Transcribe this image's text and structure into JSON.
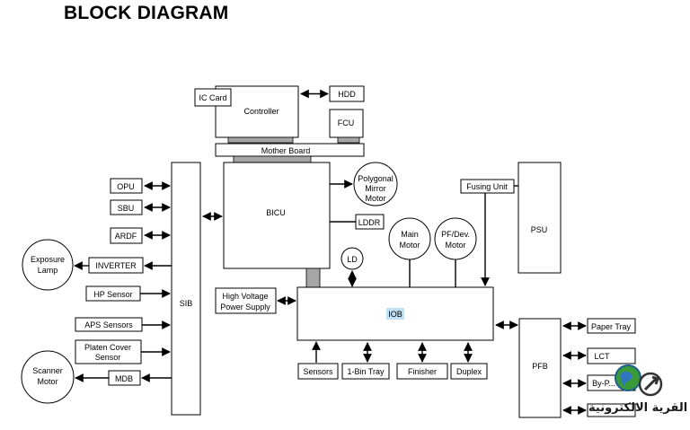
{
  "title": "BLOCK DIAGRAM",
  "blocks": {
    "ic_card": "IC Card",
    "controller": "Controller",
    "hdd": "HDD",
    "fcu": "FCU",
    "mother_board": "Mother Board",
    "bicu": "BICU",
    "polygonal_mirror_motor": [
      "Polygonal",
      "Mirror",
      "Motor"
    ],
    "lddr": "LDDR",
    "fusing_unit": "Fusing Unit",
    "psu": "PSU",
    "ld": "LD",
    "main_motor": [
      "Main",
      "Motor"
    ],
    "pf_dev_motor": [
      "PF/Dev.",
      "Motor"
    ],
    "opu": "OPU",
    "sbu": "SBU",
    "ardf": "ARDF",
    "exposure_lamp": [
      "Exposure",
      "Lamp"
    ],
    "inverter": "INVERTER",
    "hp_sensor": "HP Sensor",
    "sib": "SIB",
    "high_voltage_power_supply": [
      "High Voltage",
      "Power Supply"
    ],
    "iob": "IOB",
    "aps_sensors": "APS Sensors",
    "platen_cover_sensor": [
      "Platen Cover",
      "Sensor"
    ],
    "scanner_motor": [
      "Scanner",
      "Motor"
    ],
    "mdb": "MDB",
    "sensors": "Sensors",
    "one_bin_tray": "1-Bin Tray",
    "finisher": "Finisher",
    "duplex": "Duplex",
    "pfb": "PFB",
    "paper_tray": "Paper Tray",
    "lct": "LCT",
    "by_pass": "By-P..."
  },
  "watermark": {
    "text": "القرية الالكترونية"
  }
}
